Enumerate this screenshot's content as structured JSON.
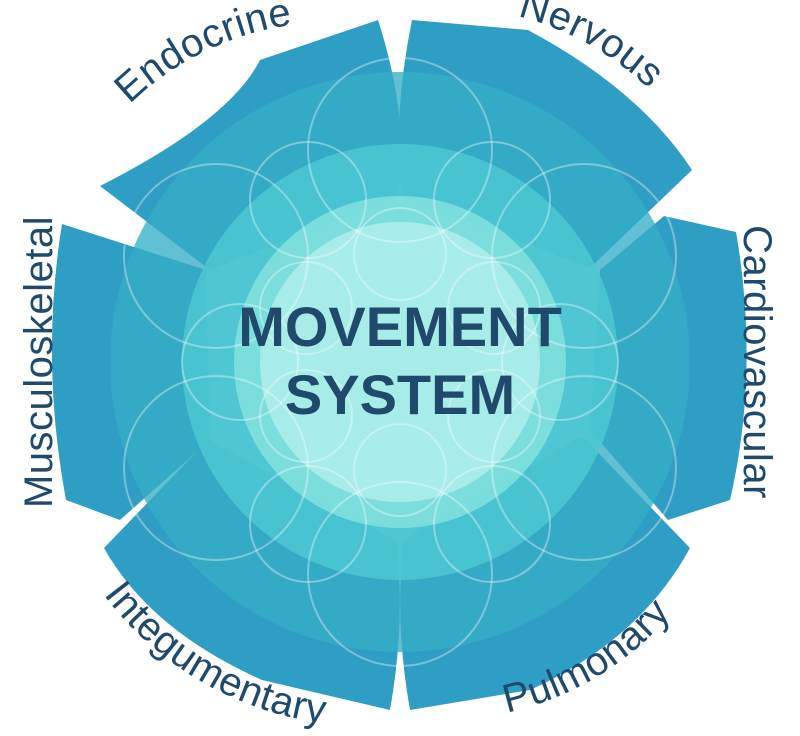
{
  "diagram": {
    "center": {
      "title_line1": "MOVEMENT",
      "title_line2": "SYSTEM"
    },
    "systems": [
      {
        "label": "Endocrine"
      },
      {
        "label": "Nervous"
      },
      {
        "label": "Cardiovascular"
      },
      {
        "label": "Pulmonary"
      },
      {
        "label": "Integumentary"
      },
      {
        "label": "Musculoskeletal"
      }
    ],
    "colors": {
      "petal": "#2f9ec4",
      "petal_edge": "#2a8fb5",
      "ring_mid": "#3ab8c8",
      "ring_inner": "#59d2d6",
      "core": "#a7ece8",
      "circle_stroke": "#ffffff",
      "text": "#1f4a6b"
    }
  }
}
